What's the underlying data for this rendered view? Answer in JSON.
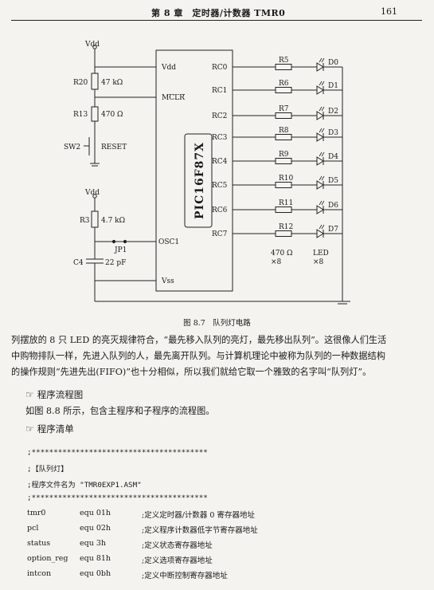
{
  "header": {
    "chapter": "第 8 章　定时器/计数器 TMR0",
    "page": "161"
  },
  "circuit": {
    "chip": "PIC16F87X",
    "pins_left": [
      "Vdd",
      "MCLR",
      "OSC1",
      "Vss"
    ],
    "pins_right": [
      "RC0",
      "RC1",
      "RC2",
      "RC3",
      "RC4",
      "RC5",
      "RC6",
      "RC7"
    ],
    "resistors": [
      "R5",
      "R6",
      "R7",
      "R8",
      "R9",
      "R10",
      "R11",
      "R12"
    ],
    "leds": [
      "D0",
      "D1",
      "D2",
      "D3",
      "D4",
      "D5",
      "D6",
      "D7"
    ],
    "supply1": "Vdd",
    "supply2": "Vdd",
    "gnd": "Vss",
    "r20": "R20",
    "r20_val": "47 kΩ",
    "r13": "R13",
    "r13_val": "470 Ω",
    "sw": "SW2",
    "reset": "RESET",
    "r3": "R3",
    "r3_val": "4.7 kΩ",
    "jp": "JP1",
    "c4": "C4",
    "c4_val": "22 pF",
    "res_note1": "470 Ω",
    "res_note2": "×8",
    "led_note1": "LED",
    "led_note2": "×8"
  },
  "caption": "图 8.7　队列灯电路",
  "paragraph": [
    "列摆放的 8 只 LED 的亮灭规律符合，“最先移入队列的亮灯，最先移出队列”。这很像人们生活",
    "中购物排队一样，先进入队列的人，最先离开队列。与计算机理论中被称为队列的一种数据结构",
    "的操作规则“先进先出(FIFO)”也十分相似，所以我们就给它取一个雅致的名字叫“队列灯”。"
  ],
  "section1": {
    "icon": "☞",
    "title": "程序流程图"
  },
  "section1_text": "如图 8.8 所示，包含主程序和子程序的流程图。",
  "section2": {
    "icon": "☞",
    "title": "程序清单"
  },
  "code": {
    "stars1": ";****************************************",
    "title": ";【队列灯】",
    "file": ";程序文件名为 \"TMR0EXP1.ASM\"",
    "stars2": ";****************************************",
    "rows": [
      {
        "label": "tmr0",
        "op": "equ 01h",
        "comment": ";定义定时器/计数器 0 寄存器地址"
      },
      {
        "label": "pcl",
        "op": "equ 02h",
        "comment": ";定义程序计数器低字节寄存器地址"
      },
      {
        "label": "status",
        "op": "equ 3h",
        "comment": ";定义状态寄存器地址"
      },
      {
        "label": "option_reg",
        "op": "equ 81h",
        "comment": ";定义选项寄存器地址"
      },
      {
        "label": "intcon",
        "op": "equ 0bh",
        "comment": ";定义中断控制寄存器地址"
      }
    ]
  }
}
